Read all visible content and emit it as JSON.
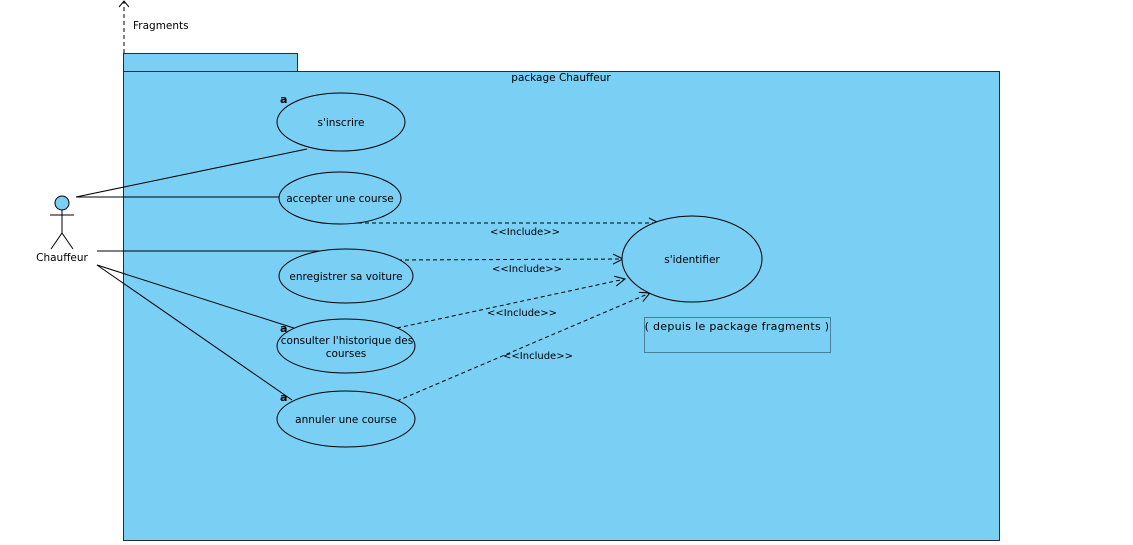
{
  "dependency": {
    "label": "Fragments"
  },
  "package": {
    "title": "package Chauffeur",
    "fill": "#7acff4",
    "stroke": "#2b2b2b"
  },
  "actor": {
    "name": "Chauffeur"
  },
  "use_cases": {
    "inscrire": {
      "label": "s'inscrire",
      "marker": "a"
    },
    "accepter": {
      "label": "accepter une course"
    },
    "enregistrer": {
      "label": "enregistrer sa voiture"
    },
    "consulter": {
      "line1": "consulter l'historique des",
      "line2": "courses",
      "marker": "a"
    },
    "annuler": {
      "label": "annuler une course",
      "marker": "a"
    },
    "identifier": {
      "label": "s'identifier"
    }
  },
  "include_label": "<<Include>>",
  "note": {
    "text": "( depuis le package fragments )"
  }
}
